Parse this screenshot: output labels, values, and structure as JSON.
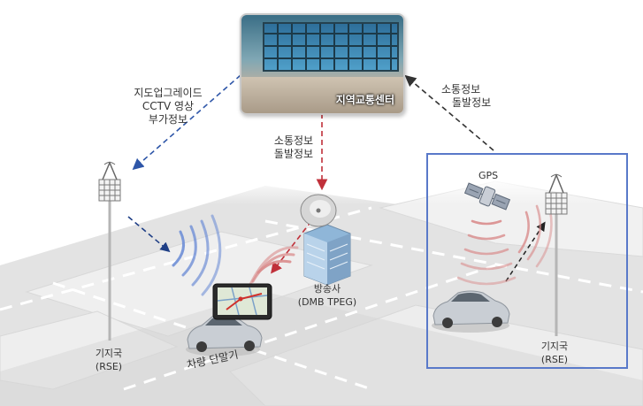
{
  "traffic_center": {
    "label": "지역교통센터"
  },
  "flow_left": {
    "lines": [
      "지도업그레이드",
      "CCTV 영상",
      "부가정보"
    ]
  },
  "flow_down": {
    "lines": [
      "소통정보",
      "돌발정보"
    ]
  },
  "flow_right": {
    "lines": [
      "소통정보",
      "돌발정보"
    ]
  },
  "broadcaster": {
    "name": "방송사",
    "detail": "(DMB TPEG)"
  },
  "rse_left": {
    "name": "기지국",
    "detail": "(RSE)"
  },
  "rse_right": {
    "name": "기지국",
    "detail": "(RSE)"
  },
  "gps": {
    "label": "GPS"
  },
  "vehicle_terminal": {
    "label": "차량 단말기"
  },
  "colors": {
    "blue_arrow": "#2e56a8",
    "red_arrow": "#c0303a",
    "gray_arrow": "#333333",
    "frame": "#5979c9",
    "signal_blue": "#6f8fd6",
    "signal_red": "#d98c8c"
  }
}
